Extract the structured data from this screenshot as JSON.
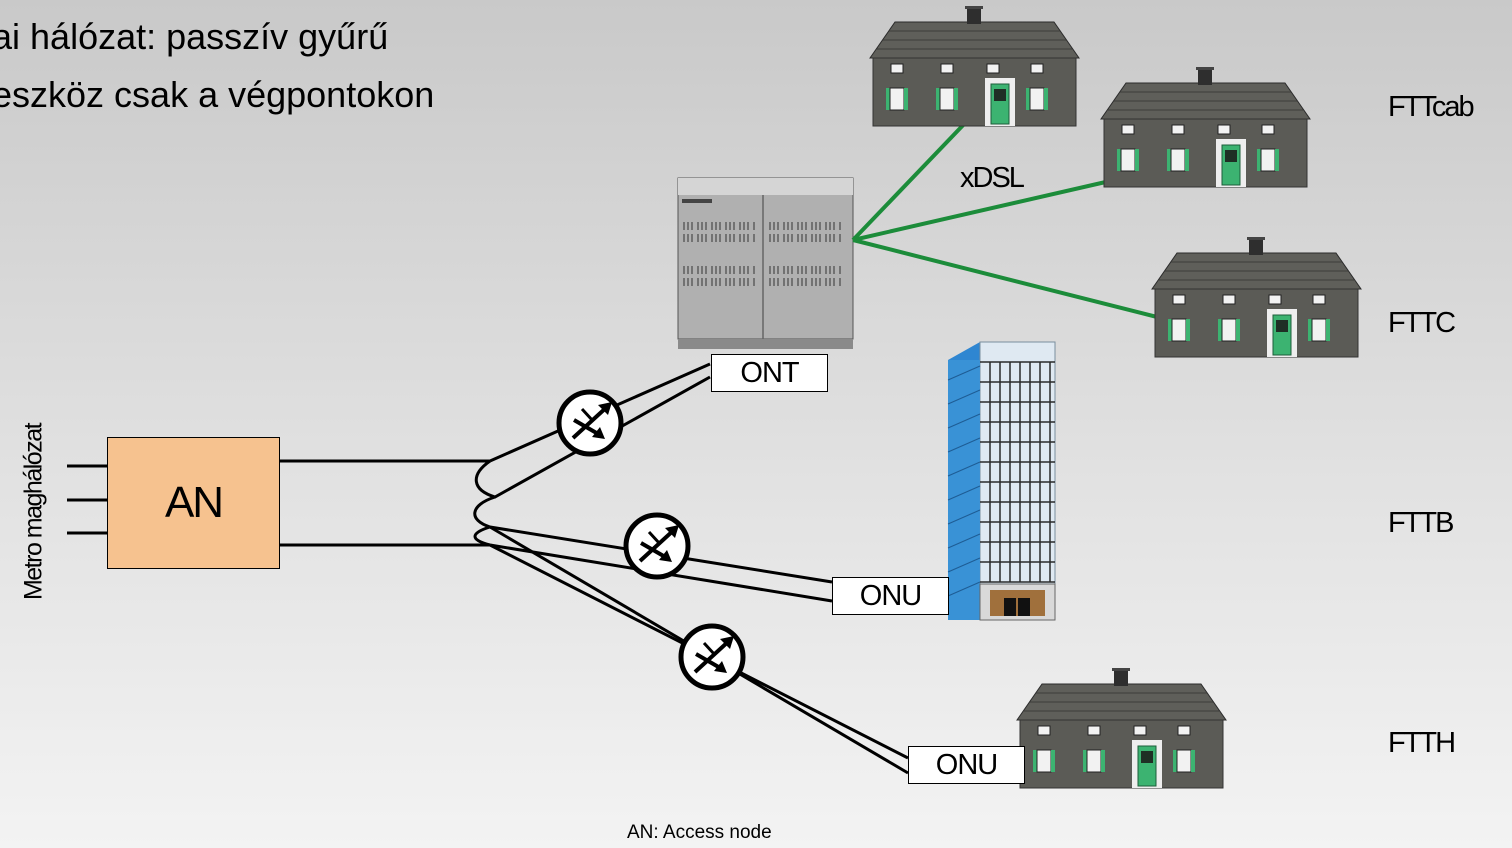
{
  "title_lines": [
    "ai hálózat: passzív gyűrű",
    "eszköz csak a végpontokon"
  ],
  "access_node": {
    "label": "AN"
  },
  "metro_label": "Metro maghálózat",
  "ont_label": "ONT",
  "onu_building_label": "ONU",
  "onu_home_label": "ONU",
  "xdsl_label": "xDSL",
  "tiers": {
    "fttcab": "FTTcab",
    "fttc": "FTTC",
    "fttb": "FTTB",
    "ftth": "FTTH"
  },
  "caption": "AN: Access node",
  "colors": {
    "an_fill": "#f6c28f",
    "copper_line": "#1c8c3a",
    "house_wall": "#5b5b56",
    "tower": "#3b93d6",
    "shutter": "#3cb371"
  },
  "icons": [
    "splitter-icon",
    "house-icon",
    "office-building-icon",
    "cabinet-icon"
  ]
}
